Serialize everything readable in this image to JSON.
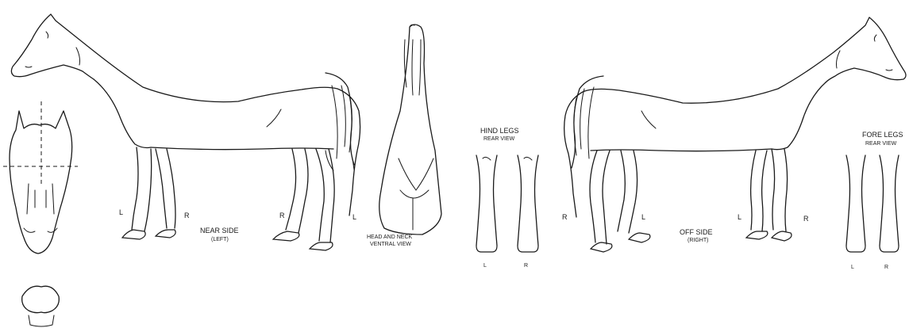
{
  "labels": {
    "near_side_title": "NEAR SIDE",
    "near_side_sub": "(LEFT)",
    "head_neck_title": "HEAD AND NECK",
    "head_neck_sub": "VENTRAL VIEW",
    "hind_legs_title": "HIND LEGS",
    "hind_legs_sub": "REAR VIEW",
    "off_side_title": "OFF SIDE",
    "off_side_sub": "(RIGHT)",
    "fore_legs_title": "FORE LEGS",
    "fore_legs_sub": "REAR VIEW"
  },
  "leg_markers": {
    "near_left_fore": "L",
    "near_right_fore": "R",
    "near_right_hind": "R",
    "near_left_hind": "L",
    "hind_left": "L",
    "hind_right": "R",
    "off_right_hind": "R",
    "off_left_hind": "L",
    "off_left_fore": "L",
    "off_right_fore": "R",
    "fore_left": "L",
    "fore_right": "R"
  }
}
